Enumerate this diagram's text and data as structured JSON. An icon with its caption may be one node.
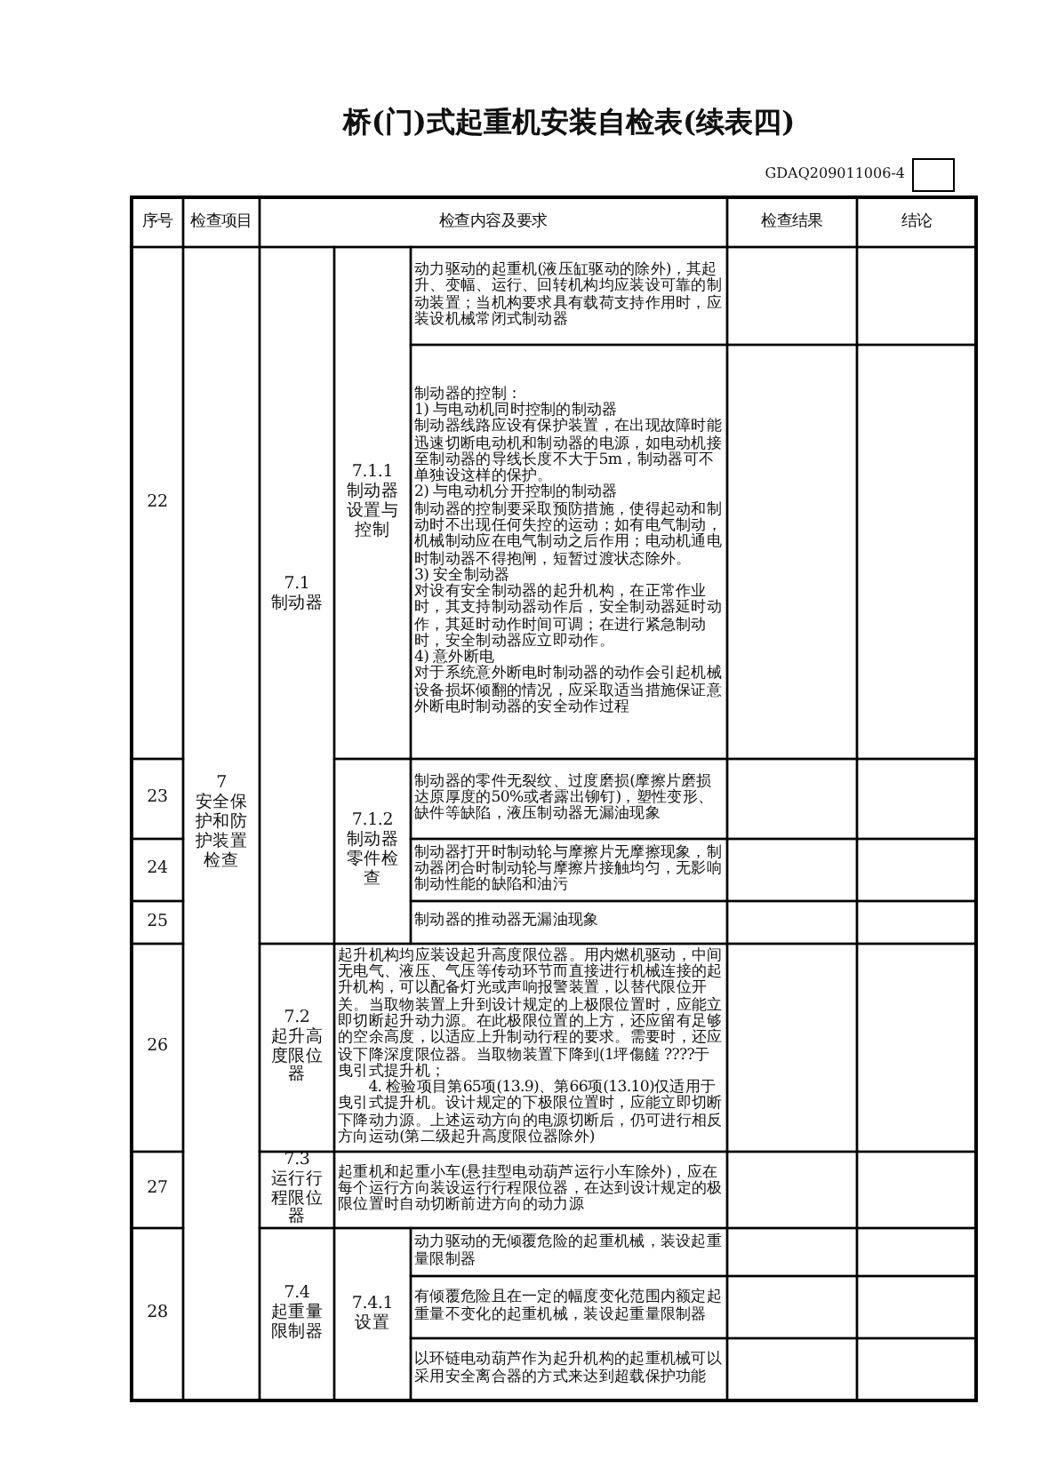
{
  "diagram": {
    "title": "桥(门)式起重机安装自检表(续表四)",
    "labels": [
      "GDAQ209011006-4",
      "序号",
      "检查项目",
      "检查内容及要求",
      "检查结果",
      "结论",
      "22",
      "7",
      "安全保护和防护装置检查",
      "7.1",
      "制动器",
      "7.1.1",
      "制动器设置与控制",
      "动力驱动的起重机(液压缸驱动的除外)，其起升、变幅、运行、回转机构均应装设可靠的制动装置；当机构要求具有载荷支持作用时，应装设机械常闭式制动器",
      "制动器的控制：",
      "1) 与电动机同时控制的制动器",
      "制动器线路应设有保护装置，在出现故障时能迅速切断电动机和制动器的电源，如电动机接至制动器的导线长度不大于5m，制动器可不单独设这样的保护。",
      "2) 与电动机分开控制的制动器",
      "制动器的控制要采取预防措施，使得起动和制动时不出现任何失控的运动；如有电气制动，机械制动应在电气制动之后作用；电动机通电时制动器不得抱闸，短暂过渡状态除外。",
      "3) 安全制动器",
      "对设有安全制动器的起升机构，在正常作业时，其支持制动器动作后，安全制动器延时动作，其延时动作时间可调；在进行紧急制动时，安全制动器应立即动作。",
      "4) 意外断电",
      "对于系统意外断电时制动器的动作会引起机械设备损坏倾翻的情况，应采取适当措施保证意外断电时制动器的安全动作过程",
      "23",
      "7.1.2",
      "制动器零件检查",
      "制动器的零件无裂纹、过度磨损(摩擦片磨损达原厚度的50%或者露出铆钉)，塑性变形、缺件等缺陷，液压制动器无漏油现象",
      "24",
      "制动器打开时制动轮与摩擦片无摩擦现象，制动器闭合时制动轮与摩擦片接触均匀，无影响制动性能的缺陷和油污",
      "25",
      "制动器的推动器无漏油现象",
      "26",
      "7.2",
      "起升高度限位器",
      "起升机构均应装设起升高度限位器。用内燃机驱动，中间无电气、液压、气压等传动环节而直接进行机械连接的起升机构，可以配备灯光或声响报警装置，以替代限位开关。当取物装置上升到设计规定的上极限位置时，应能立即切断起升动力源。在此极限位置的上方，还应留有足够的空余高度，以适应上升制动行程的要求。需要时，还应设下降深度限位器。当取物装置下降到(1坪傷饈 ????于曳引式提升机；",
      "4. 检验项目第65项(13.9)、第66项(13.10)仅适用于曳引式提升机。设计规定的下极限位置时，应能立即切断下降动力源。上述运动方向的电源切断后，仍可进行相反方向运动(第二级起升高度限位器除外)",
      "27",
      "7.3",
      "运行行程限位器",
      "起重机和起重小车(悬挂型电动葫芦运行小车除外)，应在每个运行方向装设运行行程限位器，在达到设计规定的极限位置时自动切断前进方向的动力源",
      "28",
      "7.4",
      "起重量限制器",
      "7.4.1",
      "设置",
      "动力驱动的无倾覆危险的起重机械，装设起重量限制器",
      "有倾覆危险且在一定的幅度变化范围内额定起重量不变化的起重机械，装设起重量限制器",
      "以环链电动葫芦作为起升机构的起重机械可以采用安全离合器的方式来达到超载保护功能"
    ]
  }
}
